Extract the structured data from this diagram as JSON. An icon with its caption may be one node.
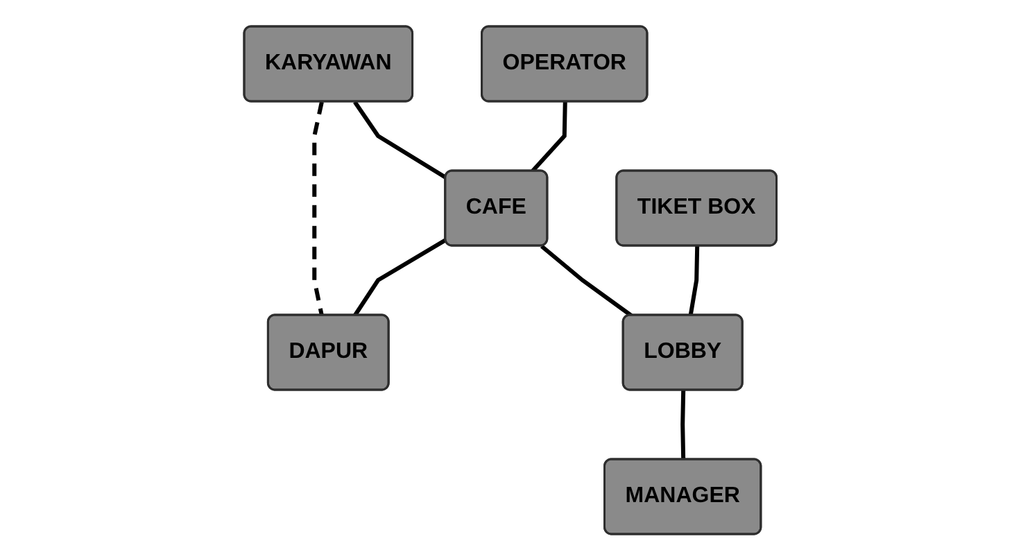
{
  "diagram": {
    "nodes": [
      {
        "text": [
          "KARYAWAN"
        ]
      },
      {
        "text": [
          "OPERATOR"
        ]
      },
      {
        "text": [
          "CAFE"
        ]
      },
      {
        "text": [
          "DAPUR"
        ]
      },
      {
        "text": [
          "TIKET BOX"
        ]
      },
      {
        "text": [
          "LOBBY"
        ]
      },
      {
        "text": [
          "MANAGER"
        ]
      }
    ],
    "edges": [
      {
        "from": 0,
        "to": 2,
        "arrow": "none"
      },
      {
        "from": 0,
        "to": 3,
        "arrow": "none",
        "style": "dashed"
      },
      {
        "from": 1,
        "to": 2,
        "arrow": "none"
      },
      {
        "from": 2,
        "to": 3,
        "arrow": "none"
      },
      {
        "from": 2,
        "to": 5,
        "arrow": "none"
      },
      {
        "from": 4,
        "to": 5,
        "arrow": "none"
      },
      {
        "from": 5,
        "to": 6,
        "arrow": "none"
      }
    ]
  }
}
